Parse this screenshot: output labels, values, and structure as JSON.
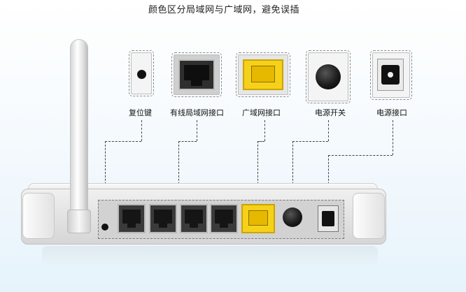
{
  "caption": "颜色区分局域网与广域网，避免误插",
  "ports": {
    "reset": "复位键",
    "lan": "有线局域网接口",
    "wan": "广域网接口",
    "power_switch": "电源开关",
    "power_jack": "电源接口"
  },
  "colors": {
    "wan_port": "#f6d11a",
    "lan_port": "#3a3a3a",
    "background": "#e6f3fb"
  }
}
